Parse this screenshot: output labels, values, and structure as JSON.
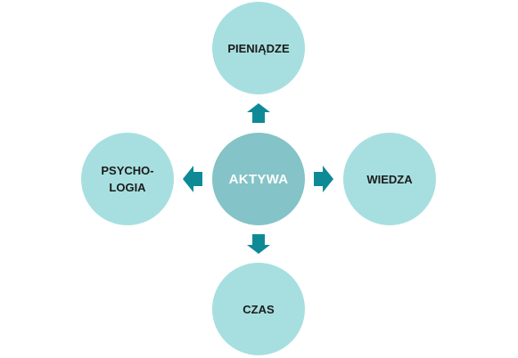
{
  "diagram": {
    "center": {
      "label": "AKTYWA",
      "color": "#84c3c7",
      "text_color": "#ffffff"
    },
    "nodes": [
      {
        "id": "top",
        "label": "PIENIĄDZE",
        "color": "#a7dfe0"
      },
      {
        "id": "right",
        "label": "WIEDZA",
        "color": "#a7dfe0"
      },
      {
        "id": "bottom",
        "label": "CZAS",
        "color": "#a7dfe0"
      },
      {
        "id": "left",
        "label": "PSYCHO-\nLOGIA",
        "color": "#a7dfe0"
      }
    ],
    "arrow_color": "#0e8a97",
    "arrows": [
      {
        "from": "center",
        "to": "top",
        "direction": "up"
      },
      {
        "from": "center",
        "to": "right",
        "direction": "right"
      },
      {
        "from": "center",
        "to": "bottom",
        "direction": "down"
      },
      {
        "from": "center",
        "to": "left",
        "direction": "left"
      }
    ]
  }
}
